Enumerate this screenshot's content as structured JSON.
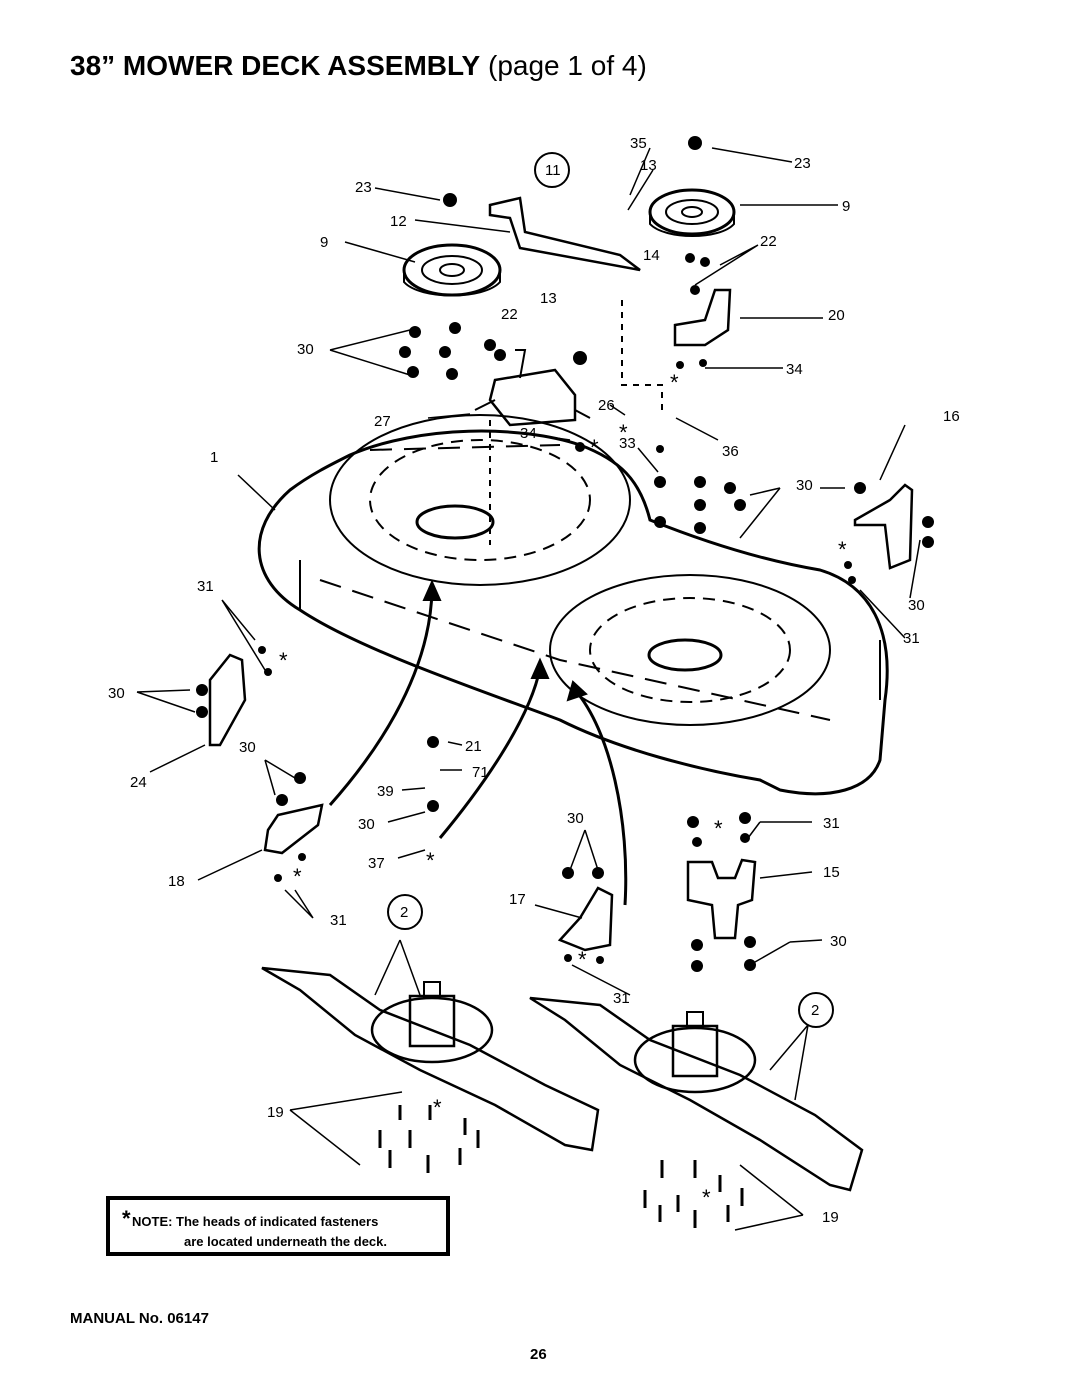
{
  "title": {
    "bold": "38” MOWER DECK ASSEMBLY",
    "normal": "(page 1 of 4)"
  },
  "callouts": {
    "c35": "35",
    "c11": "11",
    "c13a": "13",
    "c23a": "23",
    "c23b": "23",
    "c9a": "9",
    "c9b": "9",
    "c12": "12",
    "c22a": "22",
    "c14": "14",
    "c13b": "13",
    "c22b": "22",
    "c20": "20",
    "c30a": "30",
    "c34a": "34",
    "c26": "26",
    "c27": "27",
    "c16": "16",
    "c34b": "34",
    "c33": "33",
    "c36": "36",
    "c1": "1",
    "c30b": "30",
    "c31a": "31",
    "c30c": "30",
    "c31b": "31",
    "c30d": "30",
    "c30e": "30",
    "c24": "24",
    "c21": "21",
    "c71": "71",
    "c39": "39",
    "c30f": "30",
    "c30g": "30",
    "c31c": "31",
    "c37": "37",
    "c15": "15",
    "c18": "18",
    "c2a": "2",
    "c17": "17",
    "c31d": "31",
    "c30h": "30",
    "c31e": "31",
    "c2b": "2",
    "c19a": "19",
    "c19b": "19"
  },
  "note": {
    "star": "*",
    "line1": "NOTE: The heads of indicated fasteners",
    "line2": "are located underneath the deck."
  },
  "footer": {
    "manual": "MANUAL No. 06147",
    "page": "26"
  }
}
